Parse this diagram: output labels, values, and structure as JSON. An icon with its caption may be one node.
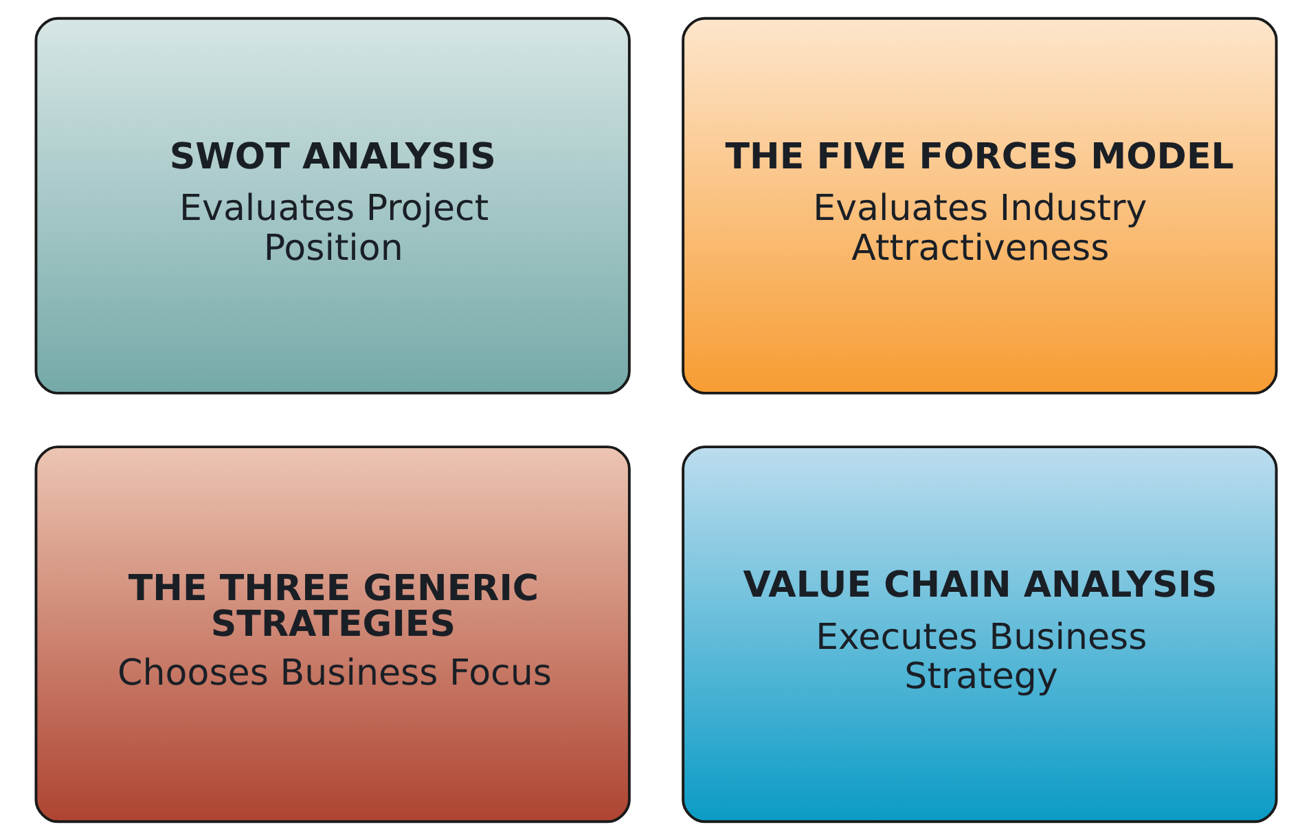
{
  "diagram": {
    "nodes": [
      {
        "text": [
          "SWOT ANALYSIS",
          "Evaluates Project Position"
        ]
      },
      {
        "text": [
          "THE FIVE FORCES MODEL",
          "Evaluates Industry Attractiveness"
        ]
      },
      {
        "text": [
          "THE THREE GENERIC STRATEGIES",
          "Chooses Business Focus"
        ]
      },
      {
        "text": [
          "VALUE CHAIN ANALYSIS",
          "Executes Business Strategy"
        ]
      }
    ]
  }
}
